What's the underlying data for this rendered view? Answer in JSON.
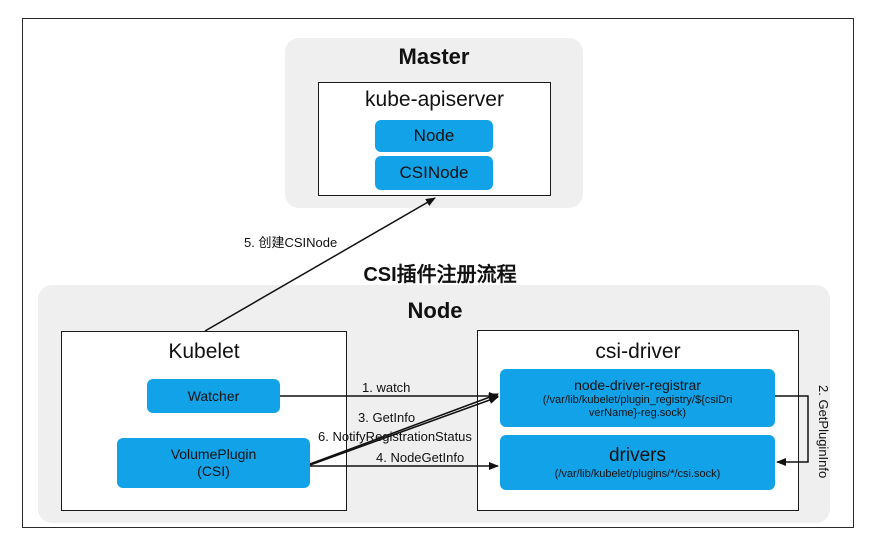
{
  "master": {
    "title": "Master",
    "apiserver": {
      "title": "kube-apiserver",
      "items": [
        "Node",
        "CSINode"
      ]
    }
  },
  "diagram_title": "CSI插件注册流程",
  "node": {
    "title": "Node",
    "kubelet": {
      "title": "Kubelet",
      "watcher": "Watcher",
      "volume_plugin": {
        "line1": "VolumePlugin",
        "line2": "(CSI)"
      }
    },
    "csi_driver": {
      "title": "csi-driver",
      "registrar": {
        "name": "node-driver-registrar",
        "path": "(/var/lib/kubelet/plugin_registry/${csiDriverName}-reg.sock)"
      },
      "drivers": {
        "name": "drivers",
        "path": "(/var/lib/kubelet/plugins/*/csi.sock)"
      }
    }
  },
  "steps": {
    "s1": "1. watch",
    "s2": "2. GetPluginInfo",
    "s3": "3. GetInfo",
    "s4": "4. NodeGetInfo",
    "s5": "5. 创建CSINode",
    "s6": "6. NotifyRegistrationStatus"
  },
  "colors": {
    "accent": "#12a2e8",
    "group_bg": "#efefef",
    "border": "#1a1a1a"
  }
}
